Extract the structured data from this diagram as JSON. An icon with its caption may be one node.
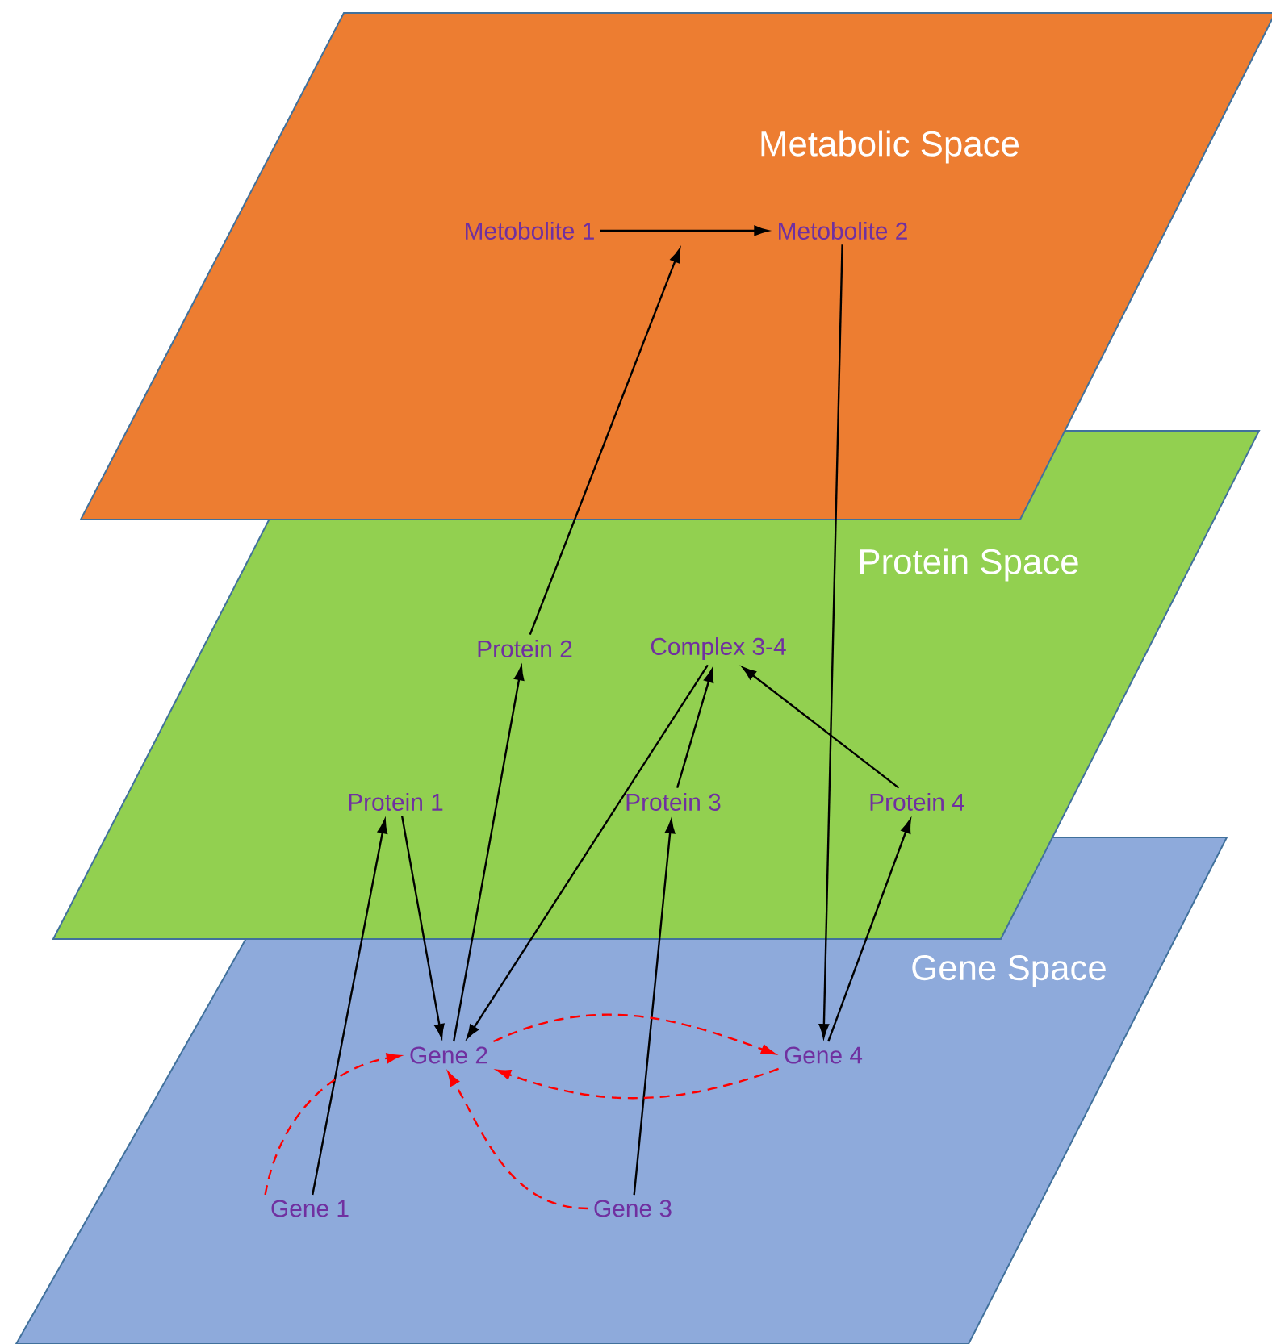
{
  "diagram": {
    "nodes": [
      {
        "text": [
          "Metabolic Space"
        ]
      },
      {
        "text": [
          "Metobolite 1"
        ],
        "in": 0
      },
      {
        "text": [
          "Metobolite 2"
        ],
        "in": 0
      },
      {
        "text": [
          "Protein Space"
        ]
      },
      {
        "text": [
          "Protein 2"
        ],
        "in": 3
      },
      {
        "text": [
          "Complex 3-4"
        ],
        "in": 3
      },
      {
        "text": [
          "Protein 1"
        ],
        "in": 3
      },
      {
        "text": [
          "Protein 3"
        ],
        "in": 3
      },
      {
        "text": [
          "Protein 4"
        ],
        "in": 3
      },
      {
        "text": [
          "Gene Space"
        ]
      },
      {
        "text": [
          "Gene 2"
        ],
        "in": 9
      },
      {
        "text": [
          "Gene 4"
        ],
        "in": 9
      },
      {
        "text": [
          "Gene 1"
        ],
        "in": 9
      },
      {
        "text": [
          "Gene 3"
        ],
        "in": 9
      }
    ],
    "edges": [
      {
        "from": 1,
        "to": 2,
        "arrow": "to"
      },
      {
        "from": 4,
        "to": null,
        "arrow": "to"
      },
      {
        "from": 2,
        "to": 11,
        "arrow": "to"
      },
      {
        "from": 10,
        "to": 4,
        "arrow": "to"
      },
      {
        "from": 6,
        "to": 10,
        "arrow": "to"
      },
      {
        "from": 12,
        "to": 6,
        "arrow": "to"
      },
      {
        "from": 5,
        "to": 10,
        "arrow": "to"
      },
      {
        "from": 7,
        "to": 5,
        "arrow": "to"
      },
      {
        "from": 8,
        "to": 5,
        "arrow": "to"
      },
      {
        "from": 13,
        "to": 7,
        "arrow": "to"
      },
      {
        "from": 11,
        "to": 8,
        "arrow": "to"
      },
      {
        "from": 12,
        "to": 10,
        "arrow": "to",
        "style": "dashed",
        "color": "#ff0000"
      },
      {
        "from": 10,
        "to": 11,
        "arrow": "to",
        "style": "dashed",
        "color": "#ff0000"
      },
      {
        "from": 11,
        "to": 10,
        "arrow": "to",
        "style": "dashed",
        "color": "#ff0000"
      },
      {
        "from": 13,
        "to": 10,
        "arrow": "to",
        "style": "dashed",
        "color": "#ff0000"
      }
    ]
  }
}
